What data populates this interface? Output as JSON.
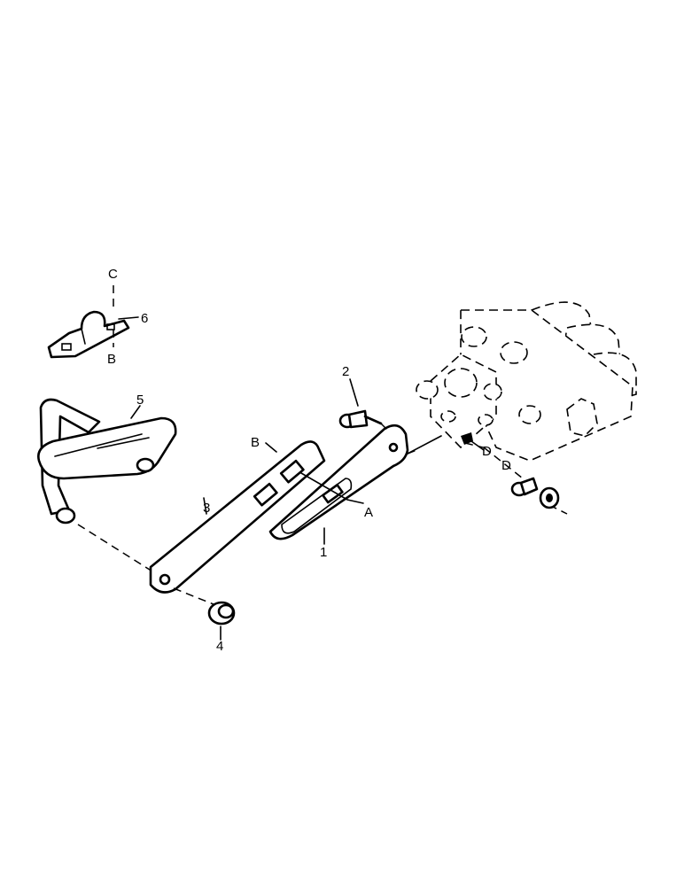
{
  "callouts": {
    "part_1": "1",
    "part_2": "2",
    "part_3": "3",
    "part_4": "4",
    "part_5": "5",
    "part_6": "6",
    "ref_a": "A",
    "ref_b_lever": "B",
    "ref_b_clip": "B",
    "ref_c": "C",
    "ref_d_upper": "D",
    "ref_d_lower": "D"
  }
}
